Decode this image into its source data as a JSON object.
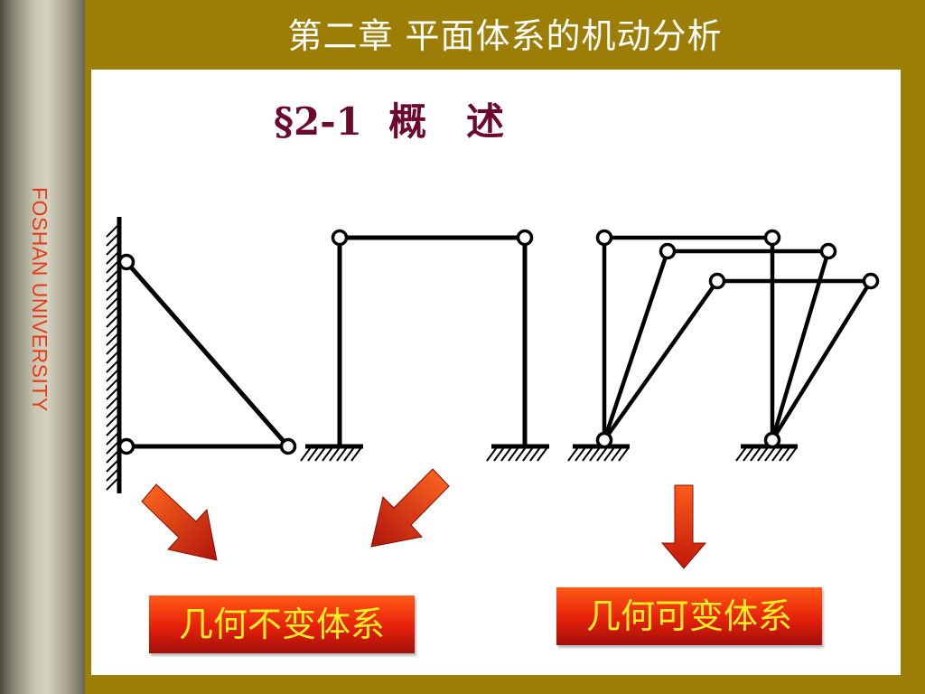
{
  "header": {
    "title": "第二章 平面体系的机动分析"
  },
  "sidebar": {
    "university": "FOSHAN  UNIVERSITY"
  },
  "section": {
    "title": "§2-1  概   述"
  },
  "labels": {
    "left": "几何不变体系",
    "right": "几何可变体系"
  },
  "colors": {
    "frame": "#9c7d06",
    "section_title": "#6b0a2e",
    "university_text": "#e83a1a",
    "label_text": "#ffee22",
    "label_bg": "#e5200a",
    "arrow": "#d42a0a"
  },
  "icons": [
    "fixed-wall-support",
    "fixed-ground-support",
    "hinge-joint",
    "down-right-arrow",
    "down-left-arrow",
    "down-arrow"
  ]
}
